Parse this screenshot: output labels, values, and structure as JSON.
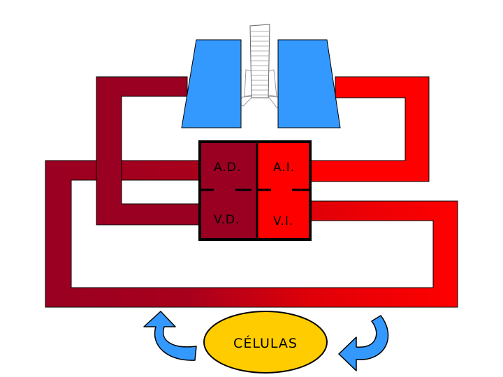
{
  "chambers": {
    "ad": "A.D.",
    "ai": "A.I.",
    "vd": "V.D.",
    "vi": "V.I."
  },
  "cells_label": "CÉLULAS",
  "colors": {
    "venous": "#990022",
    "arterial": "#ff0000",
    "lung": "#3399ff",
    "cells": "#ffcc00",
    "arrow": "#3399ff",
    "outline": "#000000"
  }
}
